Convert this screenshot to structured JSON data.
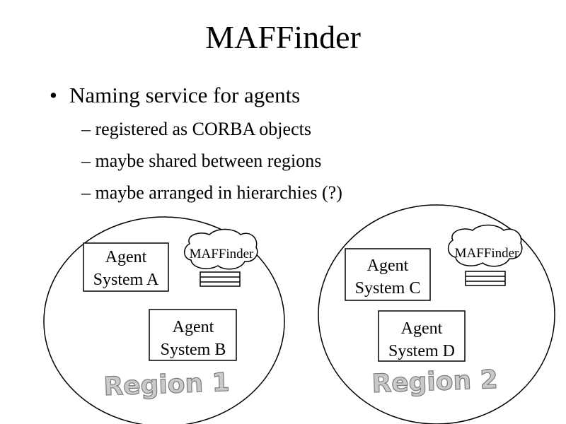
{
  "slide": {
    "title": "MAFFinder",
    "bullet": {
      "marker": "•",
      "text": "Naming service for agents"
    },
    "sub_items": [
      "– registered as CORBA objects",
      "– maybe shared between regions",
      "– maybe arranged in hierarchies (?)"
    ]
  },
  "diagram": {
    "regions": [
      {
        "label": "Region 1",
        "maffinder_label": "MAFFinder",
        "agent_systems": [
          {
            "line1": "Agent",
            "line2": "System A"
          },
          {
            "line1": "Agent",
            "line2": "System B"
          }
        ]
      },
      {
        "label": "Region 2",
        "maffinder_label": "MAFFinder",
        "agent_systems": [
          {
            "line1": "Agent",
            "line2": "System C"
          },
          {
            "line1": "Agent",
            "line2": "System D"
          }
        ]
      }
    ]
  }
}
